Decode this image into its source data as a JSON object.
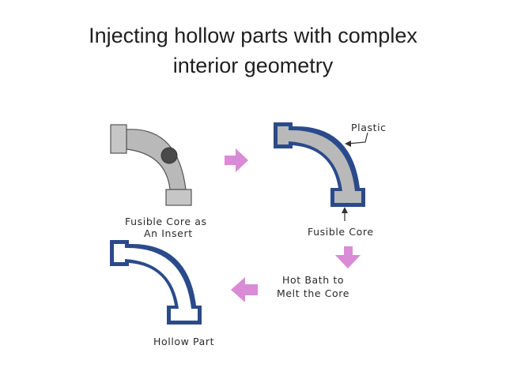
{
  "slide": {
    "title_line1": "Injecting hollow parts with complex",
    "title_line2": "interior geometry"
  },
  "labels": {
    "plastic": "Plastic",
    "fusible_core_insert_line1": "Fusible Core as",
    "fusible_core_insert_line2": "An Insert",
    "fusible_core": "Fusible Core",
    "hot_bath_line1": "Hot Bath to",
    "hot_bath_line2": "Melt the Core",
    "hollow_part": "Hollow Part"
  },
  "colors": {
    "core_gray": "#b9b9b9",
    "plastic_blue": "#2a4a8a",
    "arrow_pink": "#d98bd6",
    "outline": "#555555",
    "gate_ball": "#4a4a4a"
  }
}
